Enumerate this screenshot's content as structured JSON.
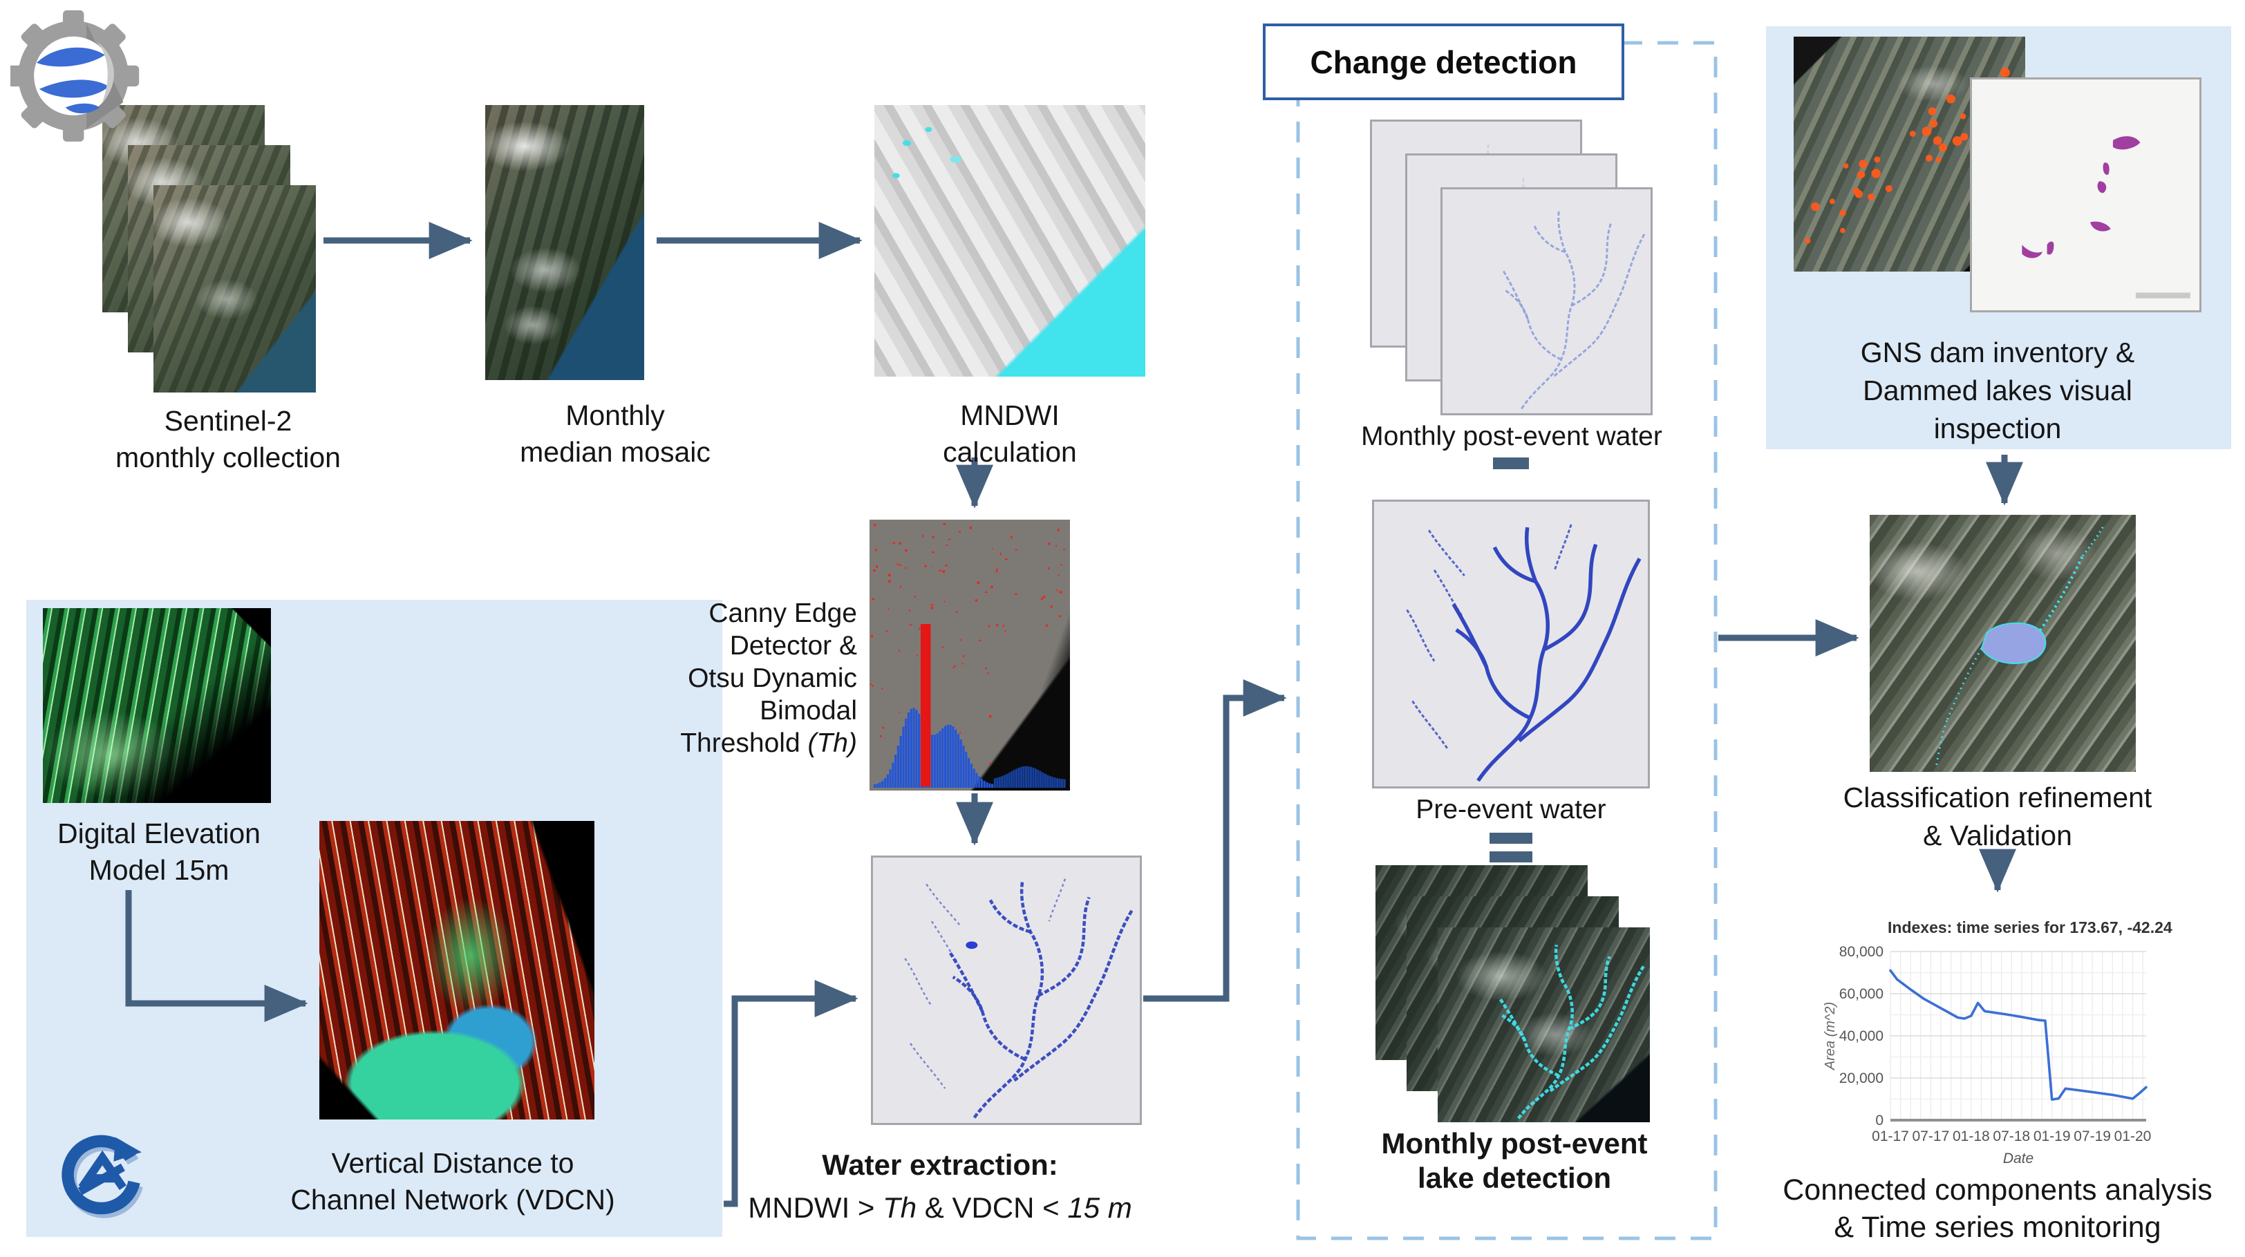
{
  "colors": {
    "arrow": "#46617e",
    "panel_bg": "#dce9f7",
    "dashed_border": "#9cc3e5",
    "title_box_border": "#2f5fa5",
    "river_blue": "#3246c0",
    "cyan": "#3fe0ea",
    "orange_dots": "#ff5a1a",
    "purple_shapes": "#a03fa0",
    "chart_line": "#3b6fd4",
    "histogram_blue": "#2456d6",
    "threshold_red": "#e51616"
  },
  "icons": {
    "gee_logo": "google-earth-engine-logo",
    "gis_logo": "saga-gis-logo",
    "minus": "minus-operator",
    "equals": "equals-operator"
  },
  "labels": {
    "s2": [
      "Sentinel-2",
      "monthly collection"
    ],
    "mosaic": [
      "Monthly",
      "median mosaic"
    ],
    "mndwi": [
      "MNDWI",
      "calculation"
    ],
    "canny": [
      "Canny Edge",
      "Detector &",
      "Otsu Dynamic",
      "Bimodal"
    ],
    "canny_last": {
      "prefix": "Threshold ",
      "italic": "(Th)"
    },
    "water_title": "Water extraction:",
    "water_formula": [
      "MNDWI > ",
      "Th",
      " & VDCN < ",
      "15 m"
    ],
    "dem": [
      "Digital Elevation",
      "Model 15m"
    ],
    "vdcn": [
      "Vertical Distance to",
      "Channel Network (VDCN)"
    ],
    "gns": [
      "GNS dam inventory &",
      "Dammed lakes visual",
      "inspection"
    ],
    "classification": [
      "Classification refinement",
      "& Validation"
    ],
    "monitoring": [
      "Connected components analysis",
      "& Time series monitoring"
    ]
  },
  "change_detection": {
    "title": "Change detection",
    "post_water_label": "Monthly post-event water",
    "pre_water_label": "Pre-event water",
    "lake_label": [
      "Monthly post-event",
      "lake detection"
    ]
  },
  "chart_data": {
    "type": "line",
    "title": "Indexes: time series for 173.67, -42.24",
    "xlabel": "Date",
    "ylabel": "Area (m^2)",
    "ylim": [
      0,
      80000
    ],
    "ytick_step": 20000,
    "grid": true,
    "legend": "none",
    "xticks": [
      "01-17",
      "07-17",
      "01-18",
      "07-18",
      "01-19",
      "07-19",
      "01-20"
    ],
    "series": [
      {
        "name": "Area",
        "color": "#3b6fd4",
        "points": [
          [
            "01-17",
            71000
          ],
          [
            "02-17",
            66800
          ],
          [
            "04-17",
            62000
          ],
          [
            "06-17",
            57500
          ],
          [
            "08-17",
            54000
          ],
          [
            "10-17",
            50500
          ],
          [
            "11-17",
            48700
          ],
          [
            "12-17",
            48200
          ],
          [
            "01-18",
            49500
          ],
          [
            "02-18",
            55600
          ],
          [
            "03-18",
            51700
          ],
          [
            "05-18",
            50800
          ],
          [
            "07-18",
            49800
          ],
          [
            "09-18",
            48700
          ],
          [
            "11-18",
            47500
          ],
          [
            "12-18",
            47200
          ],
          [
            "01-19",
            9800
          ],
          [
            "02-19",
            10300
          ],
          [
            "03-19",
            15000
          ],
          [
            "04-19",
            14600
          ],
          [
            "07-19",
            13300
          ],
          [
            "10-19",
            12000
          ],
          [
            "01-20",
            10200
          ],
          [
            "02-20",
            12800
          ],
          [
            "03-20",
            15600
          ]
        ]
      }
    ]
  }
}
